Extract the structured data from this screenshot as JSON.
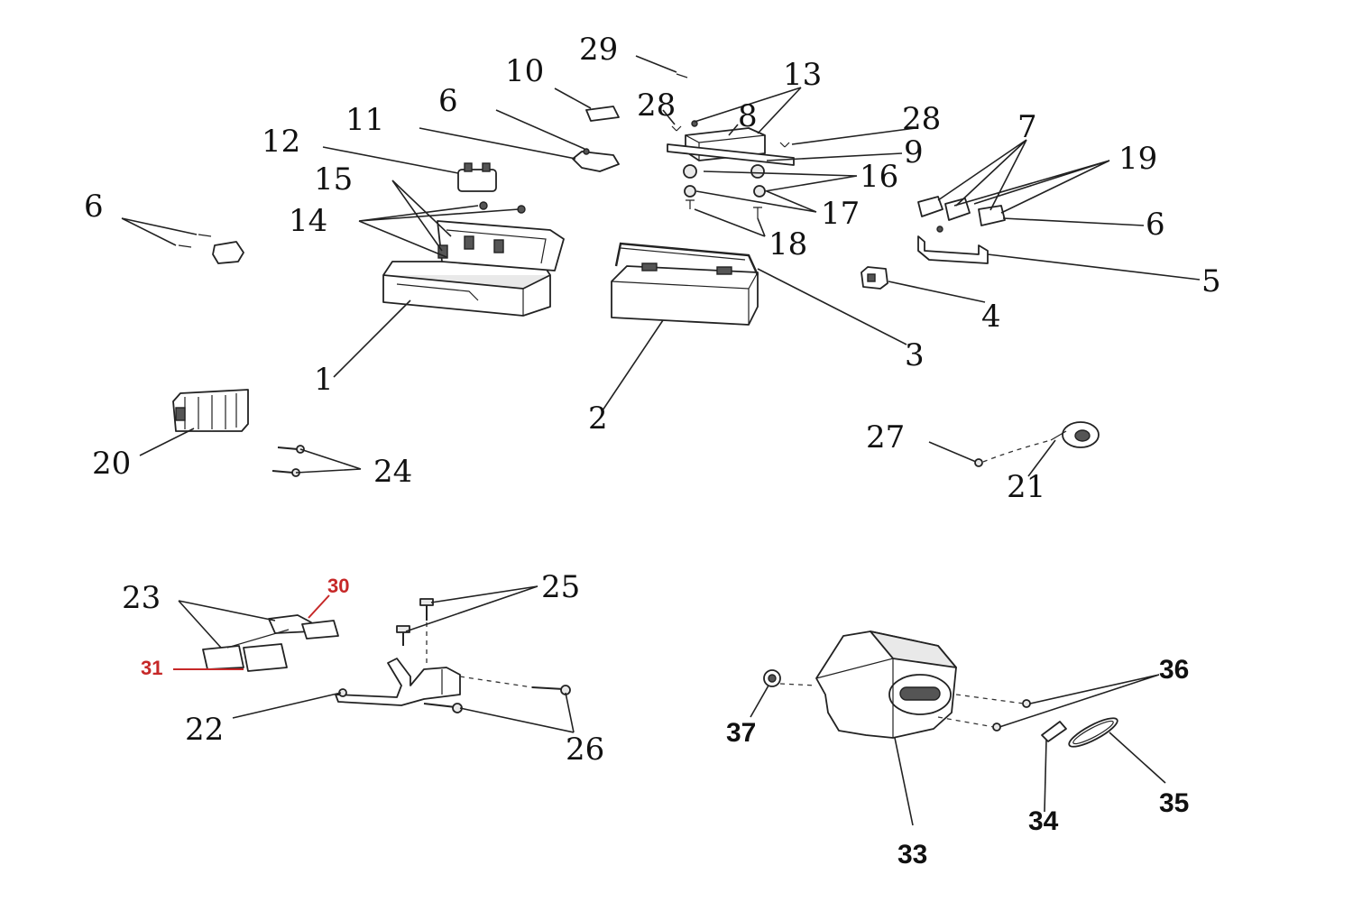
{
  "callouts": {
    "c1": "1",
    "c2": "2",
    "c3": "3",
    "c4": "4",
    "c5": "5",
    "c6a": "6",
    "c6b": "6",
    "c6c": "6",
    "c7": "7",
    "c8": "8",
    "c9": "9",
    "c10": "10",
    "c11": "11",
    "c12": "12",
    "c13": "13",
    "c14": "14",
    "c15": "15",
    "c16": "16",
    "c17": "17",
    "c18": "18",
    "c19": "19",
    "c20": "20",
    "c21": "21",
    "c22": "22",
    "c23": "23",
    "c24": "24",
    "c25": "25",
    "c26": "26",
    "c27": "27",
    "c28a": "28",
    "c28b": "28",
    "c29": "29",
    "c30": "30",
    "c31": "31",
    "c33": "33",
    "c34": "34",
    "c35": "35",
    "c36": "36",
    "c37": "37"
  },
  "colors": {
    "ink": "#111111",
    "highlight": "#c62828",
    "background": "#ffffff"
  }
}
